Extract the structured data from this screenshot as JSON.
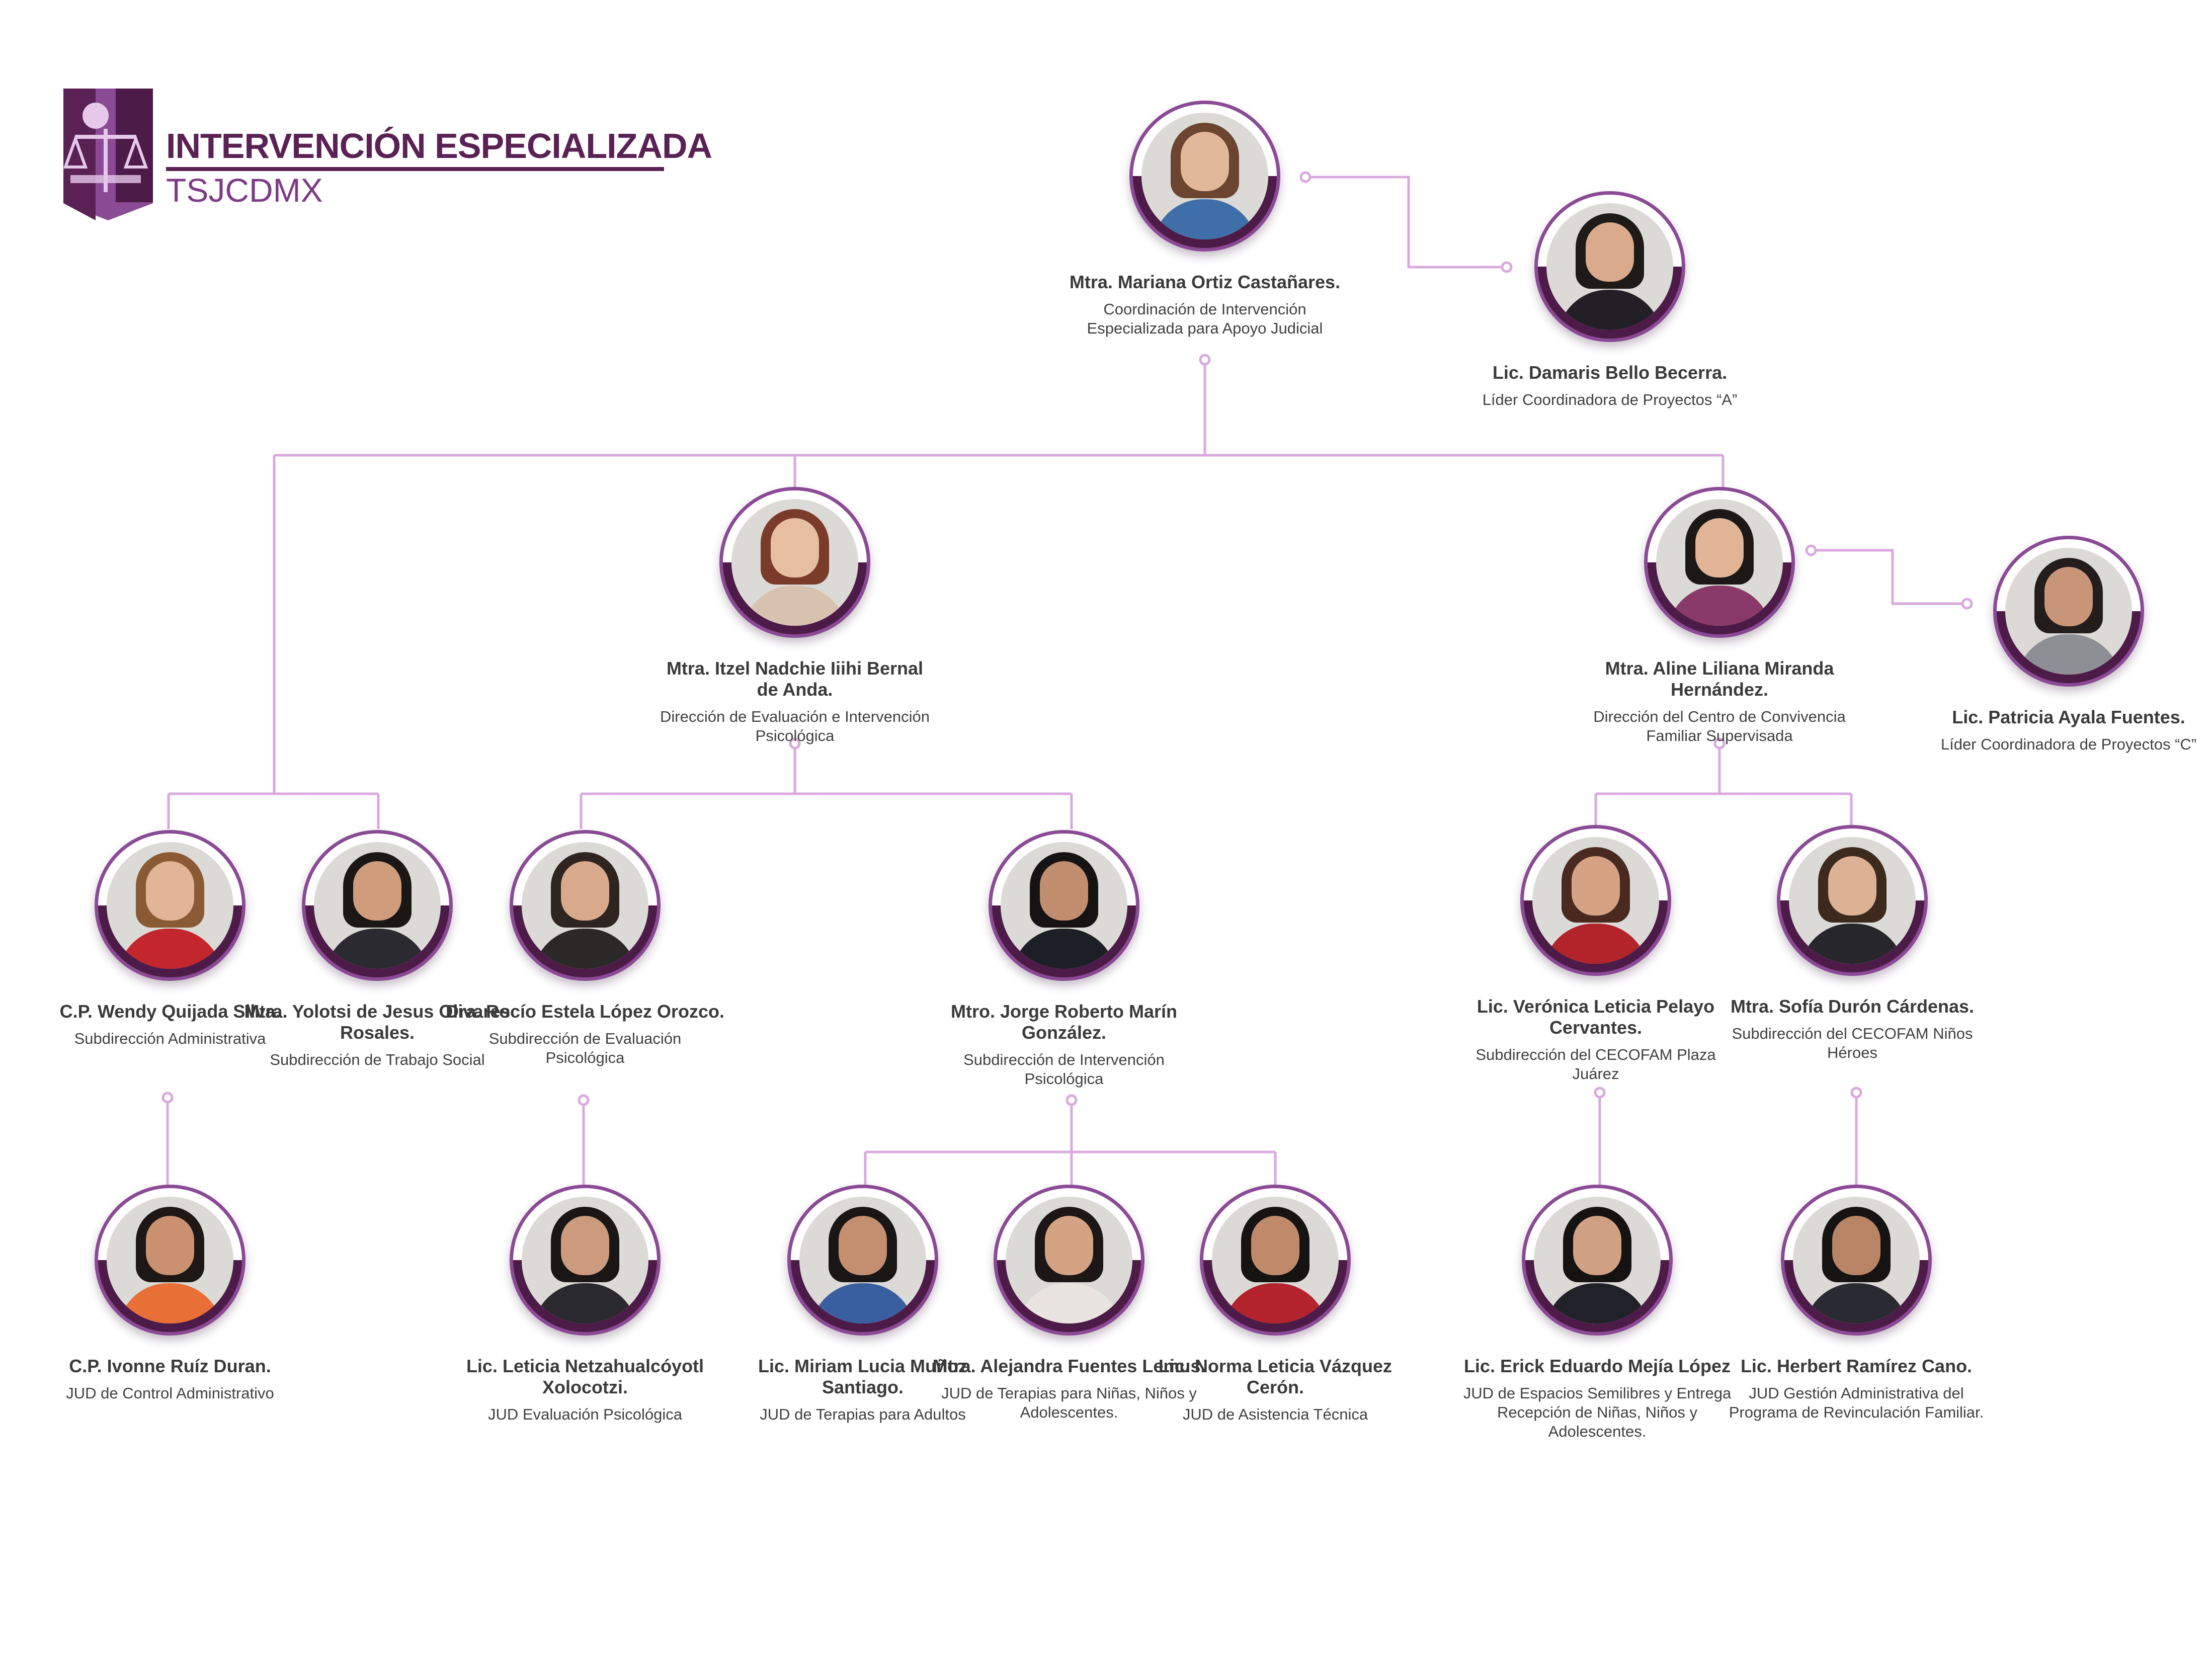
{
  "header": {
    "title": "INTERVENCIÓN ESPECIALIZADA",
    "subtitle": "TSJCDMX"
  },
  "colors": {
    "brand_dark": "#4d1b47",
    "brand_medium": "#7d3a86",
    "ring": "#8a4a95",
    "connector": "#d9a9dd"
  },
  "people": {
    "ortiz": {
      "name": "Mtra. Mariana Ortiz Castañares.",
      "role": "Coordinación de Intervención Especializada para Apoyo Judicial"
    },
    "bello": {
      "name": "Lic. Damaris Bello Becerra.",
      "role": "Líder Coordinadora de Proyectos “A”"
    },
    "nadchie": {
      "name": "Mtra. Itzel Nadchie Iiihi Bernal de Anda.",
      "role": "Dirección de Evaluación e Intervención Psicológica"
    },
    "miranda": {
      "name": "Mtra. Aline Liliana Miranda Hernández.",
      "role": "Dirección del Centro de Convivencia Familiar Supervisada"
    },
    "ayala": {
      "name": "Lic. Patricia Ayala Fuentes.",
      "role": "Líder Coordinadora de Proyectos “C”"
    },
    "quijada": {
      "name": "C.P. Wendy Quijada Silva.",
      "role": "Subdirección Administrativa"
    },
    "olivares": {
      "name": "Mtra. Yolotsi de Jesus Olivares Rosales.",
      "role": "Subdirección de Trabajo Social"
    },
    "lopez": {
      "name": "Dra. Rocío Estela López Orozco.",
      "role": "Subdirección de Evaluación Psicológica"
    },
    "marin": {
      "name": "Mtro. Jorge Roberto Marín González.",
      "role": "Subdirección de Intervención Psicológica"
    },
    "pelayo": {
      "name": "Lic. Verónica Leticia Pelayo Cervantes.",
      "role": "Subdirección del CECOFAM Plaza Juárez"
    },
    "duron": {
      "name": "Mtra. Sofía Durón Cárdenas.",
      "role": "Subdirección del CECOFAM Niños Héroes"
    },
    "ruiz": {
      "name": "C.P. Ivonne Ruíz Duran.",
      "role": "JUD de Control Administrativo"
    },
    "xolocotzi": {
      "name": "Lic. Leticia Netzahualcóyotl Xolocotzi.",
      "role": "JUD Evaluación Psicológica"
    },
    "munoz": {
      "name": "Lic. Miriam Lucia Muñoz Santiago.",
      "role": "JUD de Terapias para Adultos"
    },
    "fuentes": {
      "name": "Mtra. Alejandra Fuentes Lemus.",
      "role": "JUD de Terapias para Niñas, Niños y Adolescentes."
    },
    "vazquez": {
      "name": "Lic. Norma Leticia Vázquez Cerón.",
      "role": "JUD de Asistencia Técnica"
    },
    "mejia": {
      "name": "Lic. Erick Eduardo Mejía López",
      "role": "JUD de Espacios Semilibres y Entrega Recepción de Niñas, Niños y Adolescentes."
    },
    "ramirez": {
      "name": "Lic. Herbert Ramírez Cano.",
      "role": "JUD Gestión Administrativa del Programa de Revinculación Familiar."
    }
  }
}
